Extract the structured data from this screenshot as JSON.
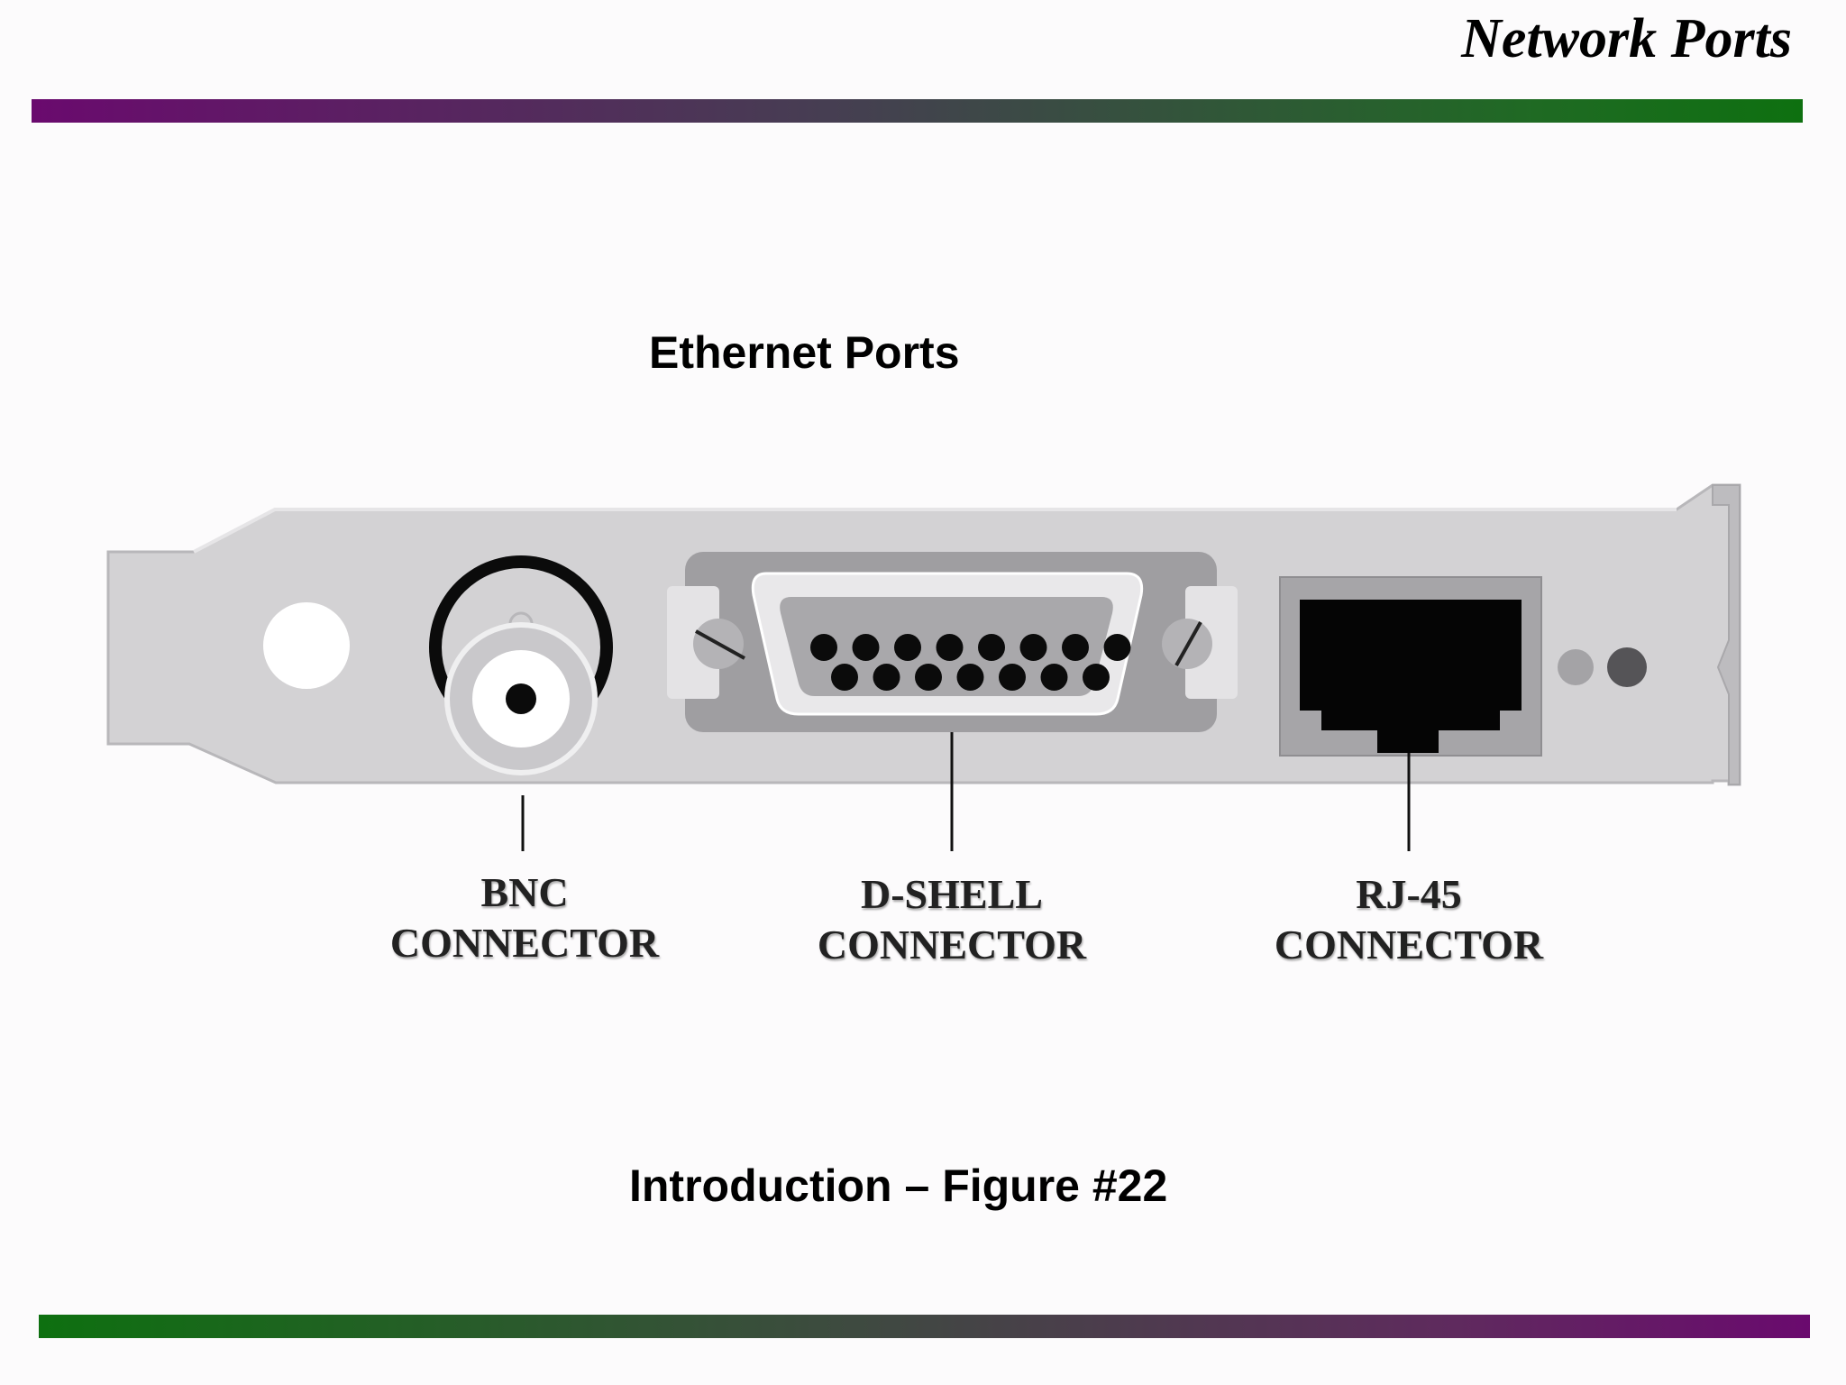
{
  "header": {
    "title": "Network Ports"
  },
  "main": {
    "heading": "Ethernet Ports",
    "caption": "Introduction – Figure #22"
  },
  "diagram": {
    "connectors": [
      {
        "line1": "BNC",
        "line2": "CONNECTOR"
      },
      {
        "line1": "D-SHELL",
        "line2": "CONNECTOR"
      },
      {
        "line1": "RJ-45",
        "line2": "CONNECTOR"
      }
    ]
  },
  "colors": {
    "bar_purple": "#6a0a6e",
    "bar_green": "#0e7010",
    "bracket_fill": "#d3d2d4",
    "port_black": "#0b0b0b"
  }
}
